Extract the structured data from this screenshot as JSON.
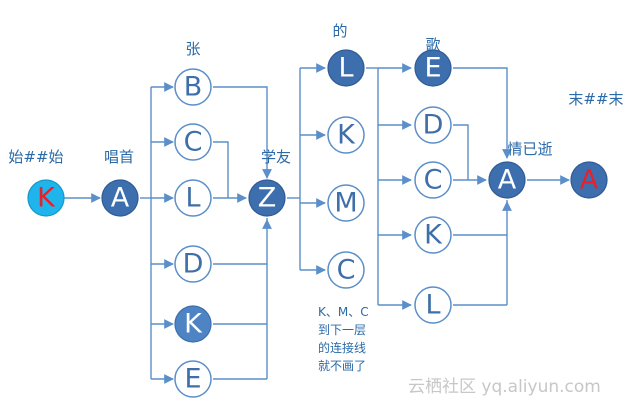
{
  "nodes": [
    {
      "id": "k-start",
      "letter": "K",
      "style": "cyan",
      "text_color": "#e8202a"
    },
    {
      "id": "a-1",
      "letter": "A",
      "style": "filled",
      "text_color": "#ffffff"
    },
    {
      "id": "b-1",
      "letter": "B",
      "style": "outline",
      "text_color": "#3f6fa8"
    },
    {
      "id": "c-1",
      "letter": "C",
      "style": "outline",
      "text_color": "#3f6fa8"
    },
    {
      "id": "l-1",
      "letter": "L",
      "style": "outline",
      "text_color": "#3f6fa8"
    },
    {
      "id": "d-1",
      "letter": "D",
      "style": "outline",
      "text_color": "#3f6fa8"
    },
    {
      "id": "k-1",
      "letter": "K",
      "style": "kblue",
      "text_color": "#ffffff"
    },
    {
      "id": "e-1",
      "letter": "E",
      "style": "outline",
      "text_color": "#3f6fa8"
    },
    {
      "id": "z-1",
      "letter": "Z",
      "style": "filled",
      "text_color": "#ffffff"
    },
    {
      "id": "l-2",
      "letter": "L",
      "style": "filled",
      "text_color": "#ffffff"
    },
    {
      "id": "k-2",
      "letter": "K",
      "style": "outline",
      "text_color": "#3f6fa8"
    },
    {
      "id": "m-2",
      "letter": "M",
      "style": "outline",
      "text_color": "#3f6fa8"
    },
    {
      "id": "c-2",
      "letter": "C",
      "style": "outline",
      "text_color": "#3f6fa8"
    },
    {
      "id": "e-3",
      "letter": "E",
      "style": "filled",
      "text_color": "#ffffff"
    },
    {
      "id": "d-3",
      "letter": "D",
      "style": "outline",
      "text_color": "#3f6fa8"
    },
    {
      "id": "c-3",
      "letter": "C",
      "style": "outline",
      "text_color": "#3f6fa8"
    },
    {
      "id": "k-3",
      "letter": "K",
      "style": "outline",
      "text_color": "#3f6fa8"
    },
    {
      "id": "l-3",
      "letter": "L",
      "style": "outline",
      "text_color": "#3f6fa8"
    },
    {
      "id": "a-4",
      "letter": "A",
      "style": "filled",
      "text_color": "#ffffff"
    },
    {
      "id": "a-end",
      "letter": "A",
      "style": "filled",
      "text_color": "#e8202a"
    }
  ],
  "labels": {
    "start": "始##始",
    "a1": "唱首",
    "col_b": "张",
    "z": "学友",
    "col_l2": "的",
    "col_e3": "歌",
    "a4": "情已逝",
    "end": "末##末"
  },
  "note_lines": [
    "K、M、C",
    "到下一层",
    "的连接线",
    "就不画了"
  ],
  "watermark": "云栖社区 yq.aliyun.com",
  "colors": {
    "line": "#5b8fc9",
    "filled_node": "#3d6fae",
    "start_node": "#1fb5ec",
    "label": "#2a6aa8",
    "accent_red": "#e8202a"
  }
}
